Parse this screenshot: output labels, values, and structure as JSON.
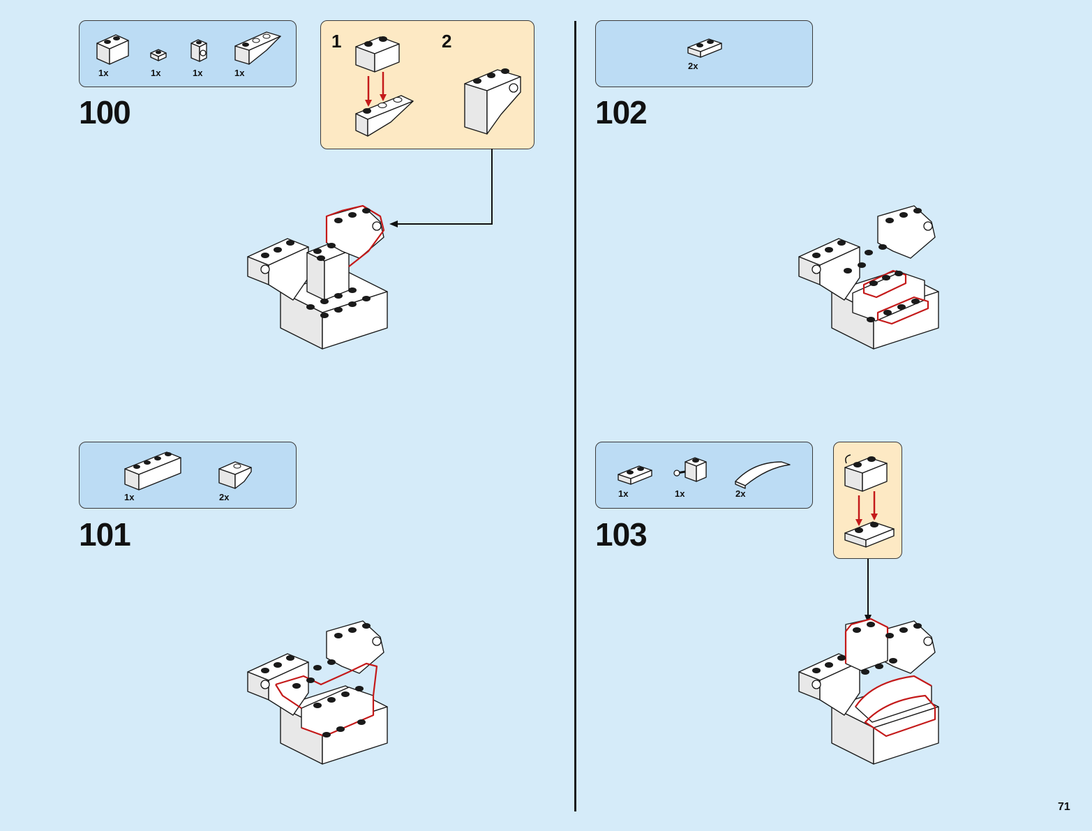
{
  "page": {
    "number": "71"
  },
  "steps": [
    {
      "number": "100",
      "parts": [
        "1x",
        "1x",
        "1x",
        "1x"
      ],
      "subassembly": {
        "sub_steps": [
          "1",
          "2"
        ]
      }
    },
    {
      "number": "101",
      "parts": [
        "1x",
        "2x"
      ]
    },
    {
      "number": "102",
      "parts": [
        "2x"
      ]
    },
    {
      "number": "103",
      "parts": [
        "1x",
        "1x",
        "2x"
      ]
    }
  ],
  "colors": {
    "background": "#d5ebf9",
    "parts_box": "#bcdcf4",
    "subassembly_box": "#fde9c4",
    "highlight": "#c41a1a",
    "arrow_red": "#c41a1a"
  },
  "icons": [
    "brick-1x2-icon",
    "plate-1x1-icon",
    "brick-1x1-with-hole-icon",
    "inverted-slope-1x3-icon",
    "brick-1x4-icon",
    "slope-1x1-icon",
    "plate-1x2-icon",
    "brick-1x1-with-bar-icon",
    "curved-slope-1x4-icon"
  ]
}
